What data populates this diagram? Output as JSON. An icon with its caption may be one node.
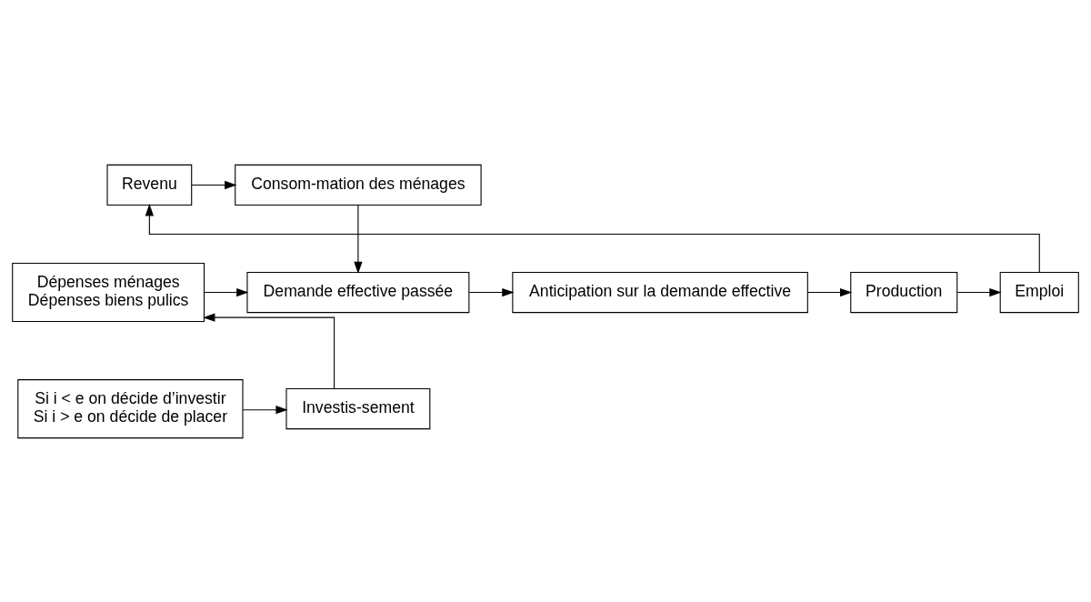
{
  "diagram": {
    "nodes": [
      {
        "text": [
          "Consom-mation des ménages"
        ]
      },
      {
        "text": [
          "Revenu"
        ]
      },
      {
        "text": [
          "Dépenses ménages",
          "Dépenses biens pulics"
        ]
      },
      {
        "text": [
          "Demande effective passée"
        ]
      },
      {
        "text": [
          "Anticipation sur la demande effective"
        ]
      },
      {
        "text": [
          "Production"
        ]
      },
      {
        "text": [
          "Emploi"
        ]
      },
      {
        "text": [
          "Investis-sement"
        ]
      },
      {
        "text": [
          "Si i < e on décide d’investir",
          "Si i > e on décide de placer"
        ]
      }
    ],
    "edges": [
      {
        "from": 1,
        "to": 0,
        "arrow": "to"
      },
      {
        "from": 6,
        "to": 1,
        "arrow": "to"
      },
      {
        "from": 0,
        "to": 3,
        "arrow": "to"
      },
      {
        "from": 2,
        "to": 3,
        "arrow": "to"
      },
      {
        "from": 3,
        "to": 4,
        "arrow": "to"
      },
      {
        "from": 4,
        "to": 5,
        "arrow": "to"
      },
      {
        "from": 5,
        "to": 6,
        "arrow": "to"
      },
      {
        "from": 8,
        "to": 7,
        "arrow": "to"
      },
      {
        "from": 7,
        "to": 2,
        "arrow": "to"
      }
    ]
  }
}
